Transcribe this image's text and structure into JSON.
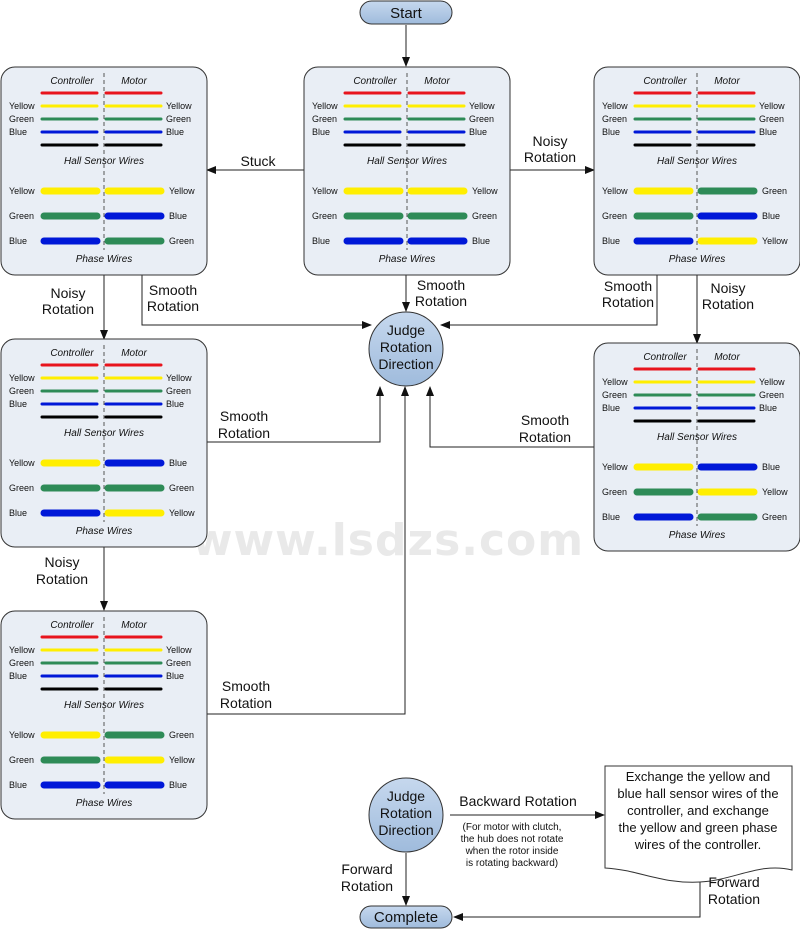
{
  "watermark": "www.lsdzs.com",
  "terminals": {
    "start": "Start",
    "complete": "Complete"
  },
  "judge_node": {
    "line1": "Judge",
    "line2": "Rotation",
    "line3": "Direction"
  },
  "panel_common": {
    "controller_header": "Controller",
    "motor_header": "Motor",
    "hall_caption": "Hall Sensor Wires",
    "phase_caption": "Phase Wires",
    "hall_left_labels": [
      "Yellow",
      "Green",
      "Blue"
    ]
  },
  "colors": {
    "Red": "#e8141d",
    "Yellow": "#ffee00",
    "Green": "#2e8b57",
    "Blue": "#0018d8",
    "Black": "#000000"
  },
  "panels": [
    {
      "id": "center",
      "hall_right": [
        "Yellow",
        "Green",
        "Blue"
      ],
      "phase_left": [
        "Yellow",
        "Green",
        "Blue"
      ],
      "phase_right": [
        "Yellow",
        "Green",
        "Blue"
      ]
    },
    {
      "id": "left-top",
      "hall_right": [
        "Yellow",
        "Green",
        "Blue"
      ],
      "phase_left": [
        "Yellow",
        "Green",
        "Blue"
      ],
      "phase_right": [
        "Yellow",
        "Blue",
        "Green"
      ]
    },
    {
      "id": "right-top",
      "hall_right": [
        "Yellow",
        "Green",
        "Blue"
      ],
      "phase_left": [
        "Yellow",
        "Green",
        "Blue"
      ],
      "phase_right": [
        "Green",
        "Blue",
        "Yellow"
      ]
    },
    {
      "id": "left-mid",
      "hall_right": [
        "Yellow",
        "Green",
        "Blue"
      ],
      "phase_left": [
        "Yellow",
        "Green",
        "Blue"
      ],
      "phase_right": [
        "Blue",
        "Green",
        "Yellow"
      ]
    },
    {
      "id": "right-mid",
      "hall_right": [
        "Yellow",
        "Green",
        "Blue"
      ],
      "phase_left": [
        "Yellow",
        "Green",
        "Blue"
      ],
      "phase_right": [
        "Blue",
        "Yellow",
        "Green"
      ]
    },
    {
      "id": "left-bottom",
      "hall_right": [
        "Yellow",
        "Green",
        "Blue"
      ],
      "phase_left": [
        "Yellow",
        "Green",
        "Blue"
      ],
      "phase_right": [
        "Green",
        "Yellow",
        "Blue"
      ]
    }
  ],
  "edge_labels": {
    "stuck": "Stuck",
    "noisy_1": "Noisy",
    "noisy_2": "Rotation",
    "smooth_1": "Smooth",
    "smooth_2": "Rotation",
    "backward": "Backward Rotation",
    "forward_1": "Forward",
    "forward_2": "Rotation"
  },
  "clutch_note": [
    "(For motor with clutch,",
    "the hub does not rotate",
    "when the rotor inside",
    "is rotating backward)"
  ],
  "process_box": [
    "Exchange the yellow and",
    "blue hall sensor wires of the",
    "controller, and exchange",
    "the yellow and green phase",
    "wires of the controller."
  ]
}
